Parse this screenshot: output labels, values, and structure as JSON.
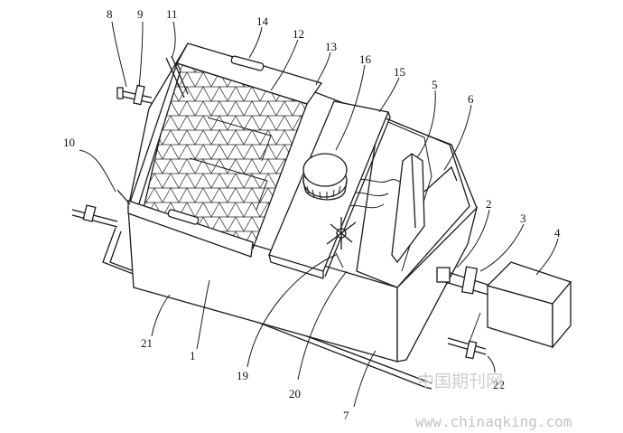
{
  "labels": {
    "l1": "1",
    "l2": "2",
    "l3": "3",
    "l4": "4",
    "l5": "5",
    "l6": "6",
    "l7": "7",
    "l8": "8",
    "l9": "9",
    "l10": "10",
    "l11": "11",
    "l12": "12",
    "l13": "13",
    "l14": "14",
    "l15": "15",
    "l16": "16",
    "l19": "19",
    "l20": "20",
    "l21": "21",
    "l22": "22"
  },
  "watermark": {
    "cn": "中国期刊网",
    "url": "www.chinaqking.com"
  }
}
